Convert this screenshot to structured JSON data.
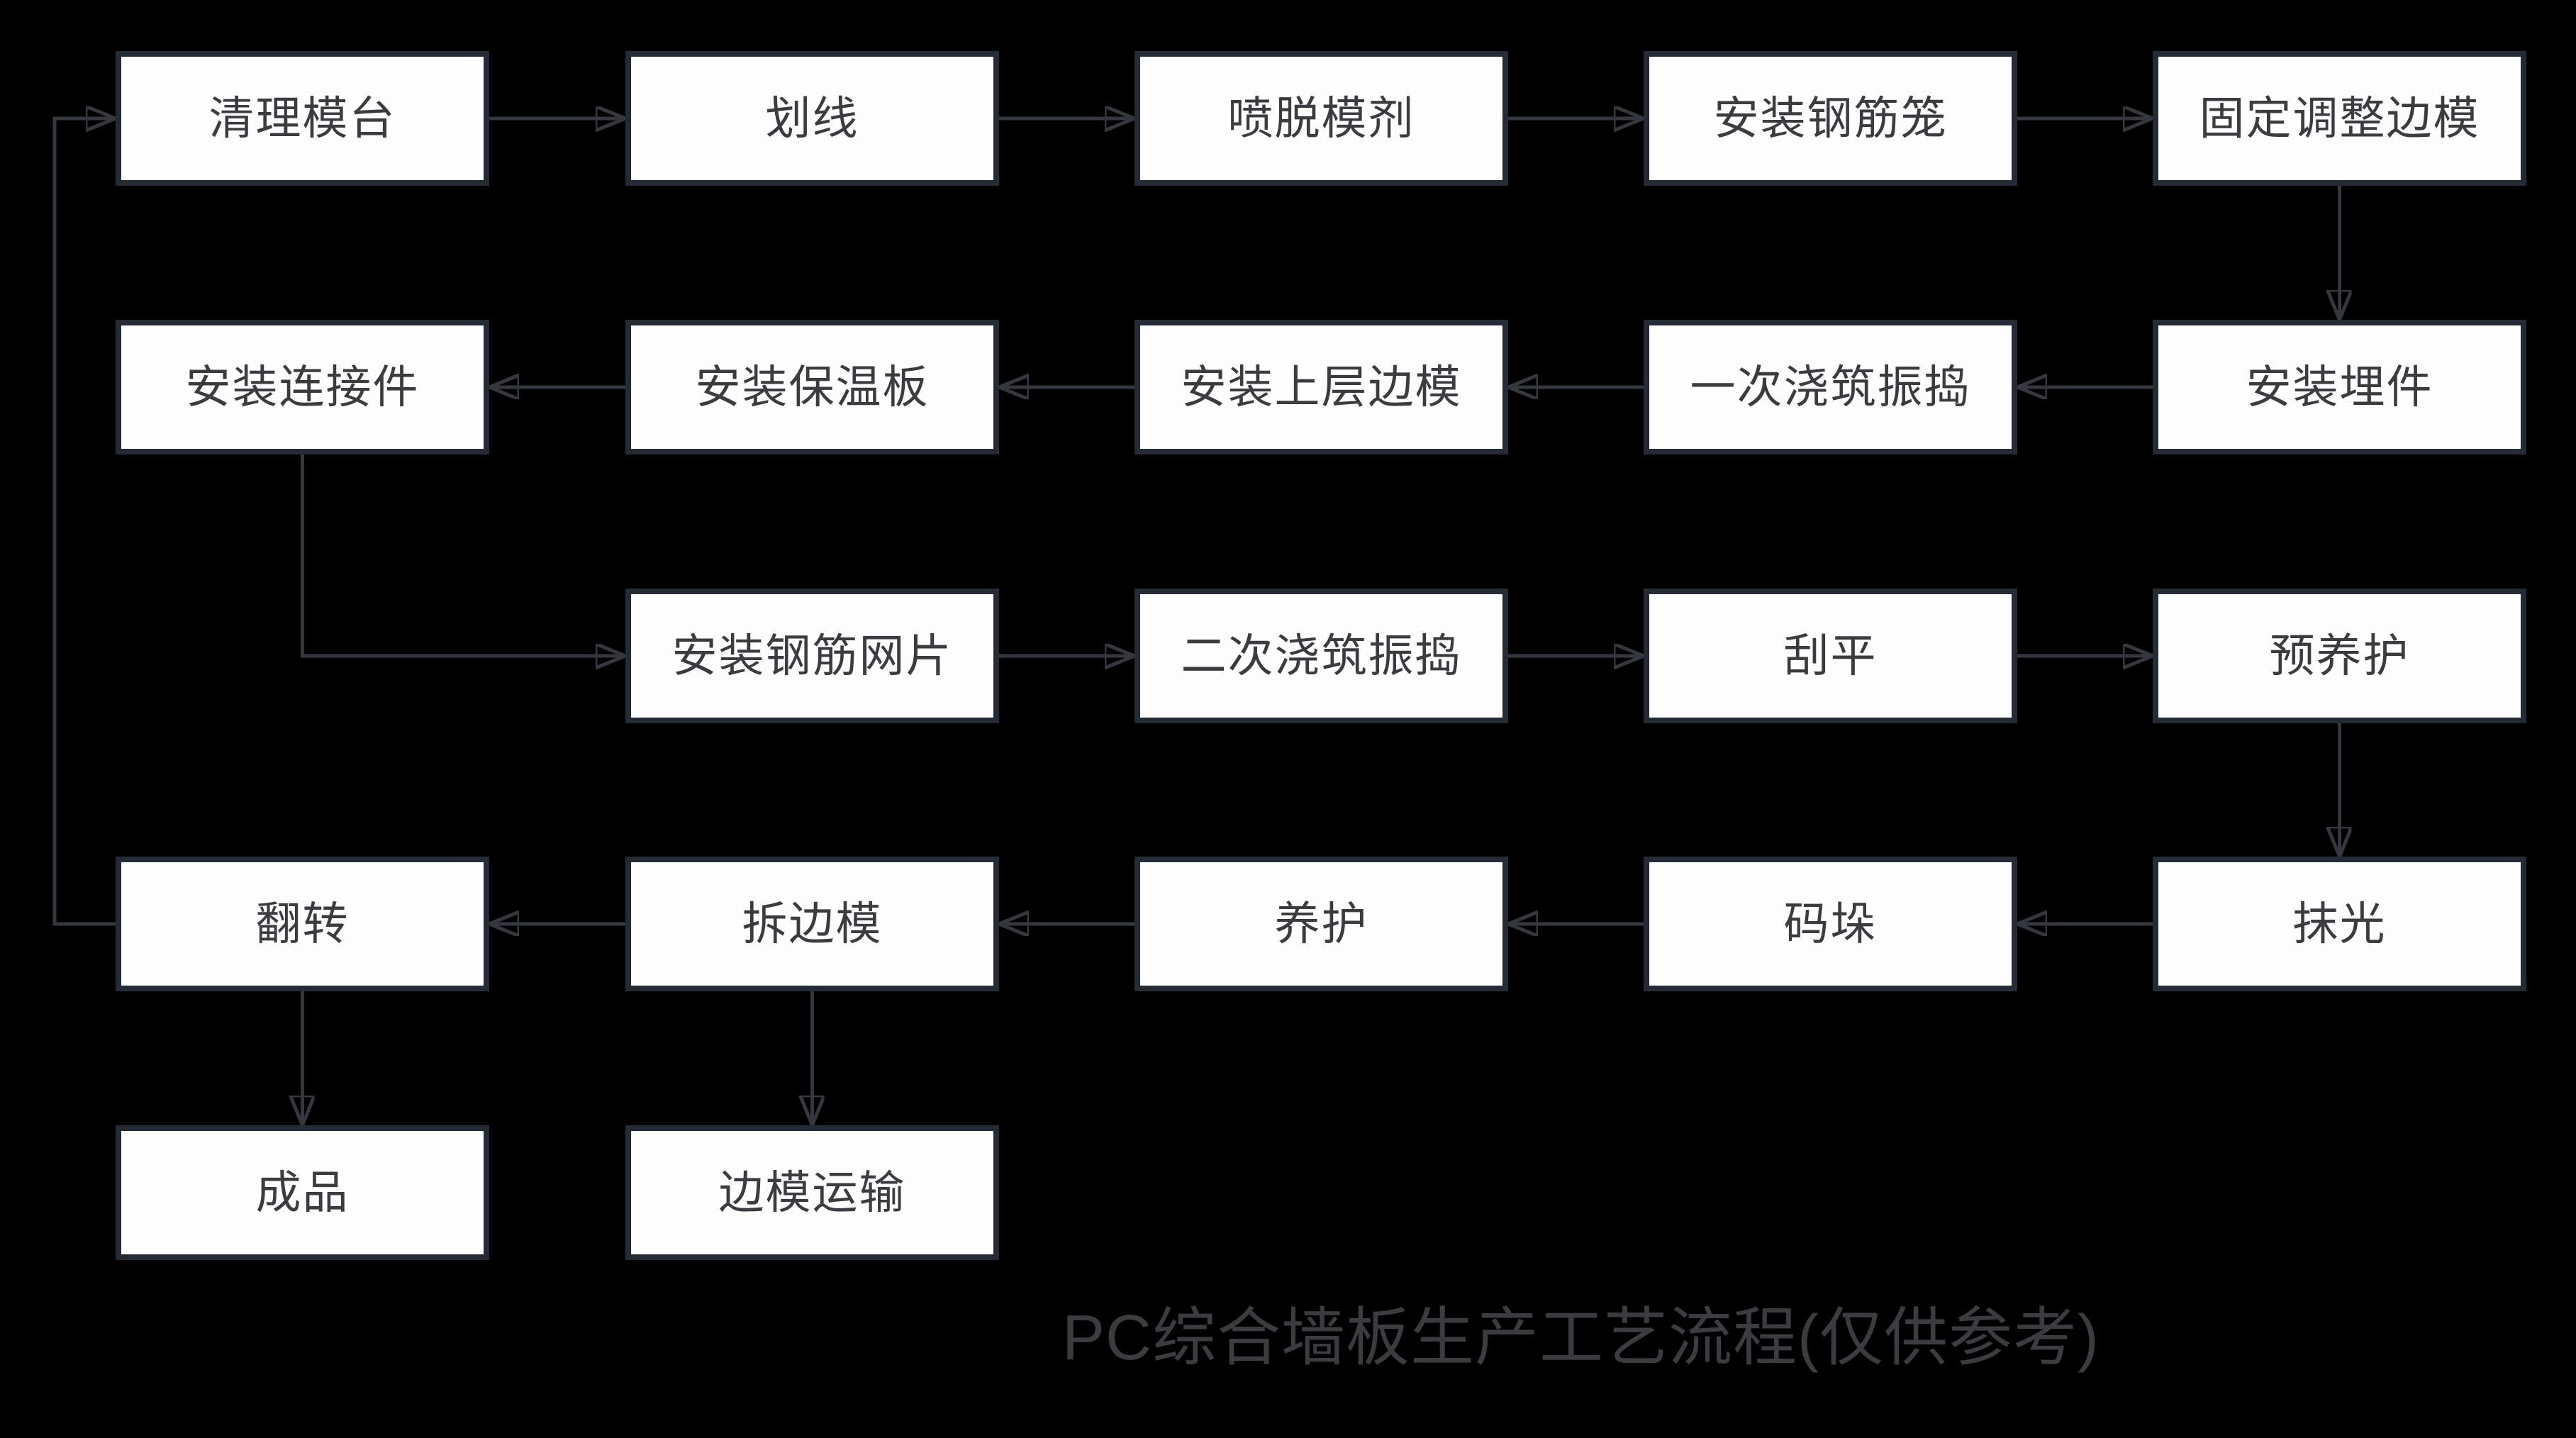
{
  "title": {
    "text": "PC综合墙板生产工艺流程(仅供参考)"
  },
  "colors": {
    "background": "#000000",
    "node_fill": "#fdfdfd",
    "node_border": "#242b35",
    "connector": "#34383e",
    "text": "#3a3c3f"
  },
  "diagram": {
    "nodes": [
      {
        "id": "qingli-motai",
        "label": "清理模台"
      },
      {
        "id": "huaxian",
        "label": "划线"
      },
      {
        "id": "pen-tuomoji",
        "label": "喷脱模剂"
      },
      {
        "id": "anzhuang-gangjinlong",
        "label": "安装钢筋笼"
      },
      {
        "id": "guding-tiaozheng-bianmo",
        "label": "固定调整边模"
      },
      {
        "id": "anzhuang-lianjiejian",
        "label": "安装连接件"
      },
      {
        "id": "anzhuang-baowenban",
        "label": "安装保温板"
      },
      {
        "id": "anzhuang-shangceng-bianmo",
        "label": "安装上层边模"
      },
      {
        "id": "yici-jiaozhu-zhendao",
        "label": "一次浇筑振捣"
      },
      {
        "id": "anzhuang-maijian",
        "label": "安装埋件"
      },
      {
        "id": "anzhuang-gangjin-wangpian",
        "label": "安装钢筋网片"
      },
      {
        "id": "erci-jiaozhu-zhendao",
        "label": "二次浇筑振捣"
      },
      {
        "id": "guaping",
        "label": "刮平"
      },
      {
        "id": "yu-yanghu",
        "label": "预养护"
      },
      {
        "id": "fanzhuan",
        "label": "翻转"
      },
      {
        "id": "chai-bianmo",
        "label": "拆边模"
      },
      {
        "id": "yanghu",
        "label": "养护"
      },
      {
        "id": "maduo",
        "label": "码垛"
      },
      {
        "id": "moguang",
        "label": "抹光"
      },
      {
        "id": "chengpin",
        "label": "成品"
      },
      {
        "id": "bianmo-yunshu",
        "label": "边模运输"
      }
    ],
    "edges": [
      {
        "from": "qingli-motai",
        "to": "huaxian"
      },
      {
        "from": "huaxian",
        "to": "pen-tuomoji"
      },
      {
        "from": "pen-tuomoji",
        "to": "anzhuang-gangjinlong"
      },
      {
        "from": "anzhuang-gangjinlong",
        "to": "guding-tiaozheng-bianmo"
      },
      {
        "from": "guding-tiaozheng-bianmo",
        "to": "anzhuang-maijian"
      },
      {
        "from": "anzhuang-maijian",
        "to": "yici-jiaozhu-zhendao"
      },
      {
        "from": "yici-jiaozhu-zhendao",
        "to": "anzhuang-shangceng-bianmo"
      },
      {
        "from": "anzhuang-shangceng-bianmo",
        "to": "anzhuang-baowenban"
      },
      {
        "from": "anzhuang-baowenban",
        "to": "anzhuang-lianjiejian"
      },
      {
        "from": "anzhuang-lianjiejian",
        "to": "anzhuang-gangjin-wangpian"
      },
      {
        "from": "anzhuang-gangjin-wangpian",
        "to": "erci-jiaozhu-zhendao"
      },
      {
        "from": "erci-jiaozhu-zhendao",
        "to": "guaping"
      },
      {
        "from": "guaping",
        "to": "yu-yanghu"
      },
      {
        "from": "yu-yanghu",
        "to": "moguang"
      },
      {
        "from": "moguang",
        "to": "maduo"
      },
      {
        "from": "maduo",
        "to": "yanghu"
      },
      {
        "from": "yanghu",
        "to": "chai-bianmo"
      },
      {
        "from": "chai-bianmo",
        "to": "fanzhuan"
      },
      {
        "from": "fanzhuan",
        "to": "chengpin"
      },
      {
        "from": "chai-bianmo",
        "to": "bianmo-yunshu"
      },
      {
        "from": "fanzhuan",
        "to": "qingli-motai"
      }
    ]
  }
}
